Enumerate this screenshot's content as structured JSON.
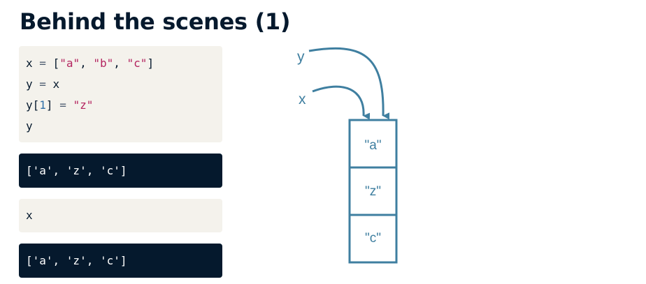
{
  "title": "Behind the scenes (1)",
  "input_block_1": {
    "line1": {
      "p1": "x",
      "p2": " = ",
      "p3": "[",
      "p4": "\"a\"",
      "p5": ", ",
      "p6": "\"b\"",
      "p7": ", ",
      "p8": "\"c\"",
      "p9": "]"
    },
    "line2": {
      "p1": "y",
      "p2": " = ",
      "p3": "x"
    },
    "line3": {
      "p1": "y",
      "p2": "[",
      "p3": "1",
      "p4": "] ",
      "p5": "=",
      "p6": " ",
      "p7": "\"z\""
    },
    "line4": {
      "p1": "y"
    }
  },
  "output_1": "['a', 'z', 'c']",
  "input_block_2": {
    "line1": "x"
  },
  "output_2": "['a', 'z', 'c']",
  "diagram": {
    "var_y": "y",
    "var_x": "x",
    "cells": [
      "\"a\"",
      "\"z\"",
      "\"c\""
    ],
    "color": "#3f7fa0"
  }
}
